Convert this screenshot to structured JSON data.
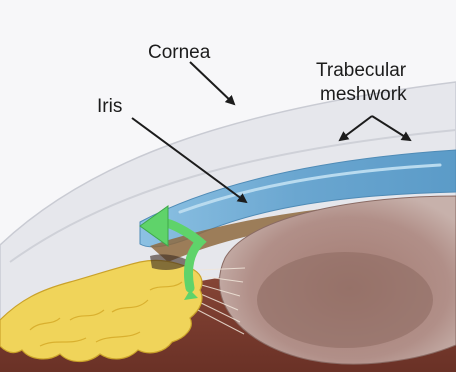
{
  "figure": {
    "labels": {
      "cornea": "Cornea",
      "iris": "Iris",
      "trabecular_line1": "Trabecular",
      "trabecular_line2": "meshwork"
    },
    "colors": {
      "background": "#f7f7f9",
      "cornea_fill": "#e6e7ec",
      "iris_blue": "#7fb3d6",
      "ciliary_yellow": "#f0d45a",
      "lens": "#9b7b74",
      "choroid": "#7a3e30",
      "flow_arrow": "#5fd36a",
      "leader_lines": "#1c1c1c"
    },
    "icons": {
      "flow_arrow": "aqueous-flow-arrow",
      "leader_arrows": "arrowhead-icon"
    }
  }
}
